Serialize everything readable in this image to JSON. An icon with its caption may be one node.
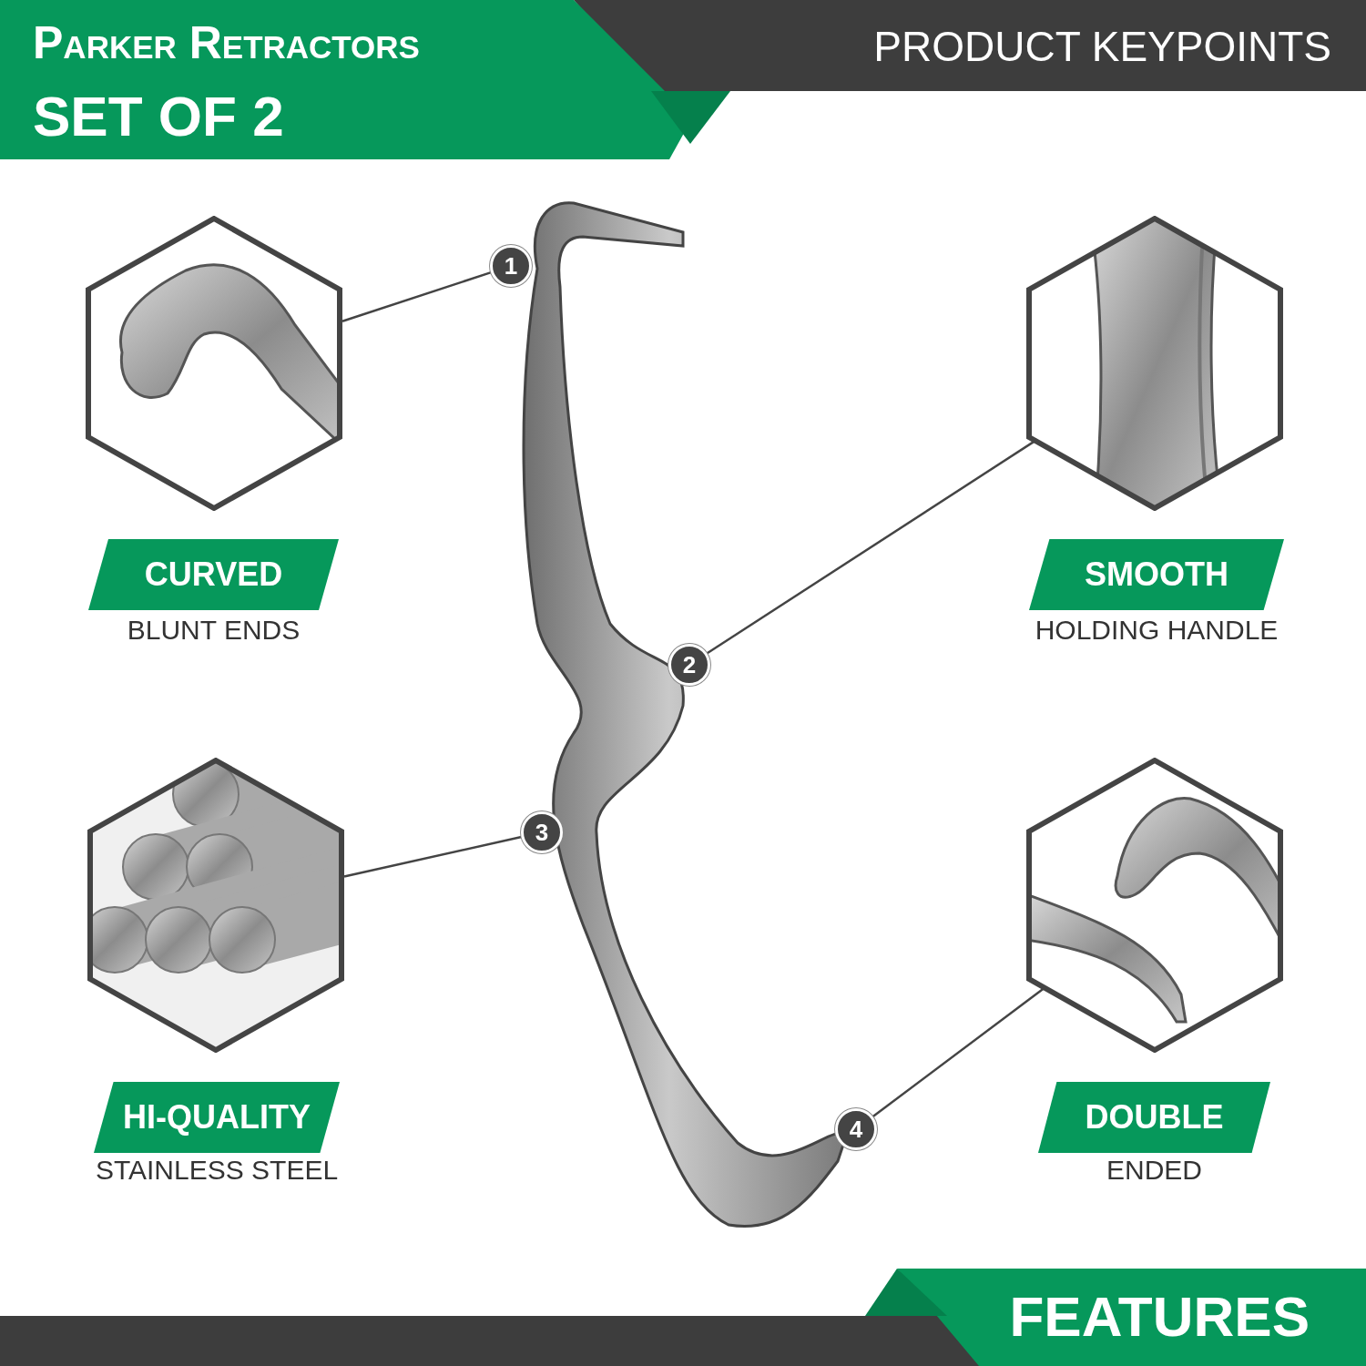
{
  "diagram": {
    "title": "Parker Retractors",
    "nodes": [
      {
        "text": [],
        "shape": "picture"
      },
      {
        "text": [
          "1"
        ]
      },
      {
        "text": [],
        "shape": "picture"
      },
      {
        "text": [
          "CURVED"
        ],
        "beside": [
          "BLUNT ENDS"
        ]
      },
      {
        "text": [
          "SMOOTH"
        ],
        "beside": [
          "HOLDING HANDLE"
        ]
      },
      {
        "text": [
          "2"
        ]
      },
      {
        "text": [
          "3"
        ]
      },
      {
        "text": [],
        "shape": "picture"
      },
      {
        "text": [],
        "shape": "picture"
      },
      {
        "text": [
          "HI-QUALITY"
        ],
        "beside": [
          "STAINLESS STEEL"
        ]
      },
      {
        "text": [
          "DOUBLE"
        ],
        "beside": [
          "ENDED"
        ]
      },
      {
        "text": [
          "4"
        ]
      },
      {
        "text": [],
        "shape": "picture"
      }
    ],
    "edges": [
      {
        "from": 0,
        "to": 1,
        "arrow": "none"
      },
      {
        "from": 2,
        "to": 5,
        "arrow": "none"
      },
      {
        "from": 7,
        "to": 6,
        "arrow": "none"
      },
      {
        "from": 8,
        "to": 11,
        "arrow": "none"
      }
    ],
    "labels": [
      "SET OF 2",
      "PRODUCT KEYPOINTS",
      "FEATURES"
    ]
  }
}
